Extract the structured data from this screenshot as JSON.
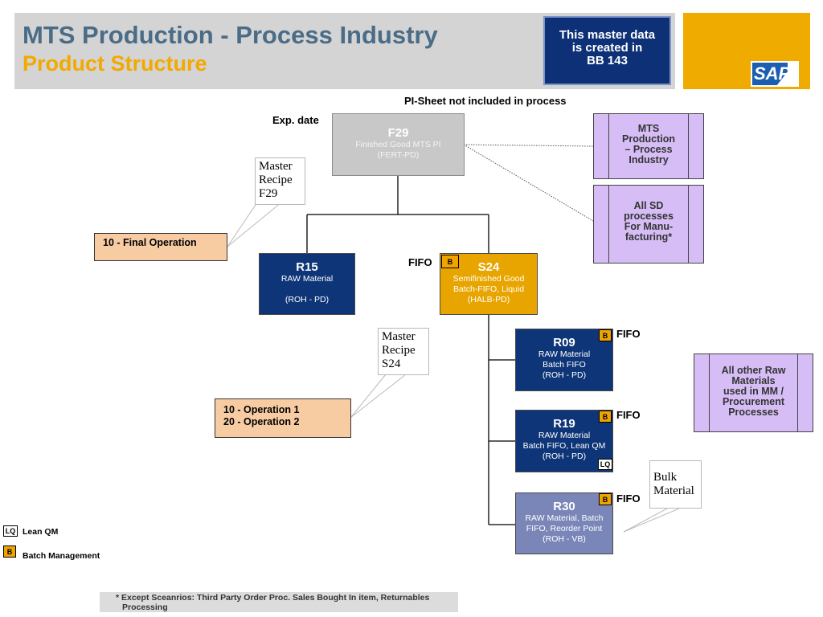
{
  "header": {
    "title": "MTS Production - Process Industry",
    "subtitle": "Product Structure",
    "note_lines": [
      "This master data",
      "is created in",
      "BB 143"
    ],
    "logo_text": "SAP"
  },
  "pi_sheet_note": "PI-Sheet not included in process",
  "exp_date_label": "Exp. date",
  "fifo_label": "FIFO",
  "batch_badge": "B",
  "lean_qm_badge": "LQ",
  "materials": {
    "f29": {
      "code": "F29",
      "line1": "Finished Good MTS PI",
      "line2": "(FERT-PD)"
    },
    "r15": {
      "code": "R15",
      "line1": "RAW Material",
      "line2": "(ROH - PD)"
    },
    "s24": {
      "code": "S24",
      "line1": "Semifinished Good",
      "line2": "Batch-FIFO, Liquid",
      "line3": "(HALB-PD)"
    },
    "r09": {
      "code": "R09",
      "line1": "RAW Material",
      "line2": "Batch FIFO",
      "line3": "(ROH - PD)"
    },
    "r19": {
      "code": "R19",
      "line1": "RAW Material",
      "line2": "Batch FIFO, Lean QM",
      "line3": "(ROH - PD)"
    },
    "r30": {
      "code": "R30",
      "line1": "RAW Material, Batch",
      "line2": "FIFO, Reorder Point",
      "line3": "(ROH - VB)"
    }
  },
  "processes": {
    "mts": [
      "MTS",
      "Production",
      "– Process",
      "Industry"
    ],
    "sd": [
      "All SD",
      "processes",
      "For Manu-",
      "facturing*"
    ],
    "other": [
      "All other Raw",
      "Materials",
      "used in MM /",
      "Procurement",
      "Processes"
    ]
  },
  "operations": {
    "final": "10 - Final Operation",
    "op1": "10 - Operation 1",
    "op2": "20 - Operation 2"
  },
  "callouts": {
    "recipe_f29": [
      "Master",
      "Recipe",
      "F29"
    ],
    "recipe_s24": [
      "Master",
      "Recipe",
      "S24"
    ],
    "bulk": [
      "Bulk",
      "Material"
    ]
  },
  "legend": {
    "lean_qm": "Lean QM",
    "batch_mgmt": "Batch Management"
  },
  "footnote": [
    "* Except Sceanrios: Third Party Order Proc. Sales Bought In item, Returnables",
    "Processing"
  ],
  "colors": {
    "title": "#4a6c87",
    "subtitle": "#f2a900",
    "navy": "#0e3577",
    "orange": "#e8a500",
    "purple": "#d6bdf6",
    "peach": "#f8cca3",
    "slate": "#7a86b8"
  }
}
